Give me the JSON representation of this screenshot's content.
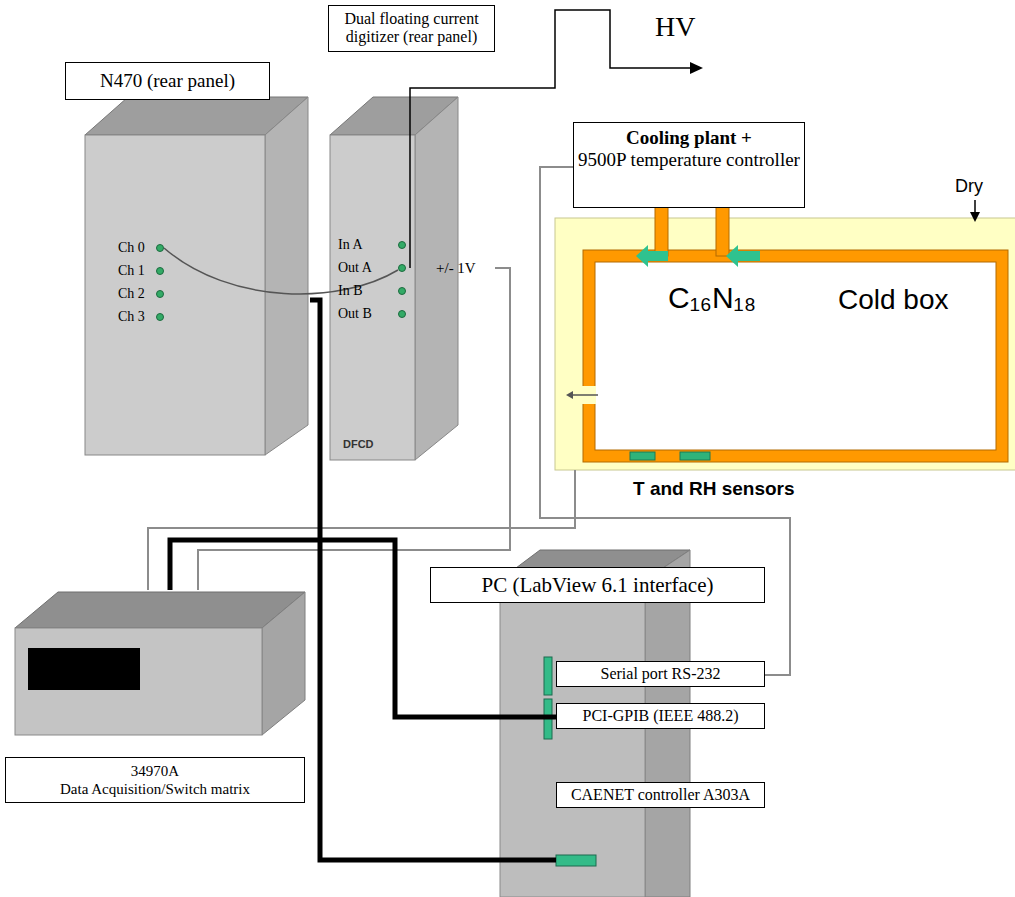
{
  "diagram": {
    "nodes": [
      {
        "text": [
          "N470 (rear panel)",
          "Ch 0",
          "Ch 1",
          "Ch 2",
          "Ch 3"
        ]
      },
      {
        "text": [
          "Dual floating current digitizer (rear panel)",
          "In A",
          "Out A",
          "In B",
          "Out B",
          "DFCD"
        ]
      },
      {
        "text": [
          "Cooling plant +",
          "9500P temperature controller"
        ]
      },
      {
        "text": [
          "C₁₆N₁₈",
          "Cold box",
          "T and RH sensors"
        ]
      },
      {
        "text": [
          "PC (LabView 6.1 interface)"
        ]
      },
      {
        "text": [
          "Serial port RS-232"
        ],
        "in": 4
      },
      {
        "text": [
          "PCI-GPIB (IEEE 488.2)"
        ],
        "in": 4
      },
      {
        "text": [
          "CAENET controller A303A"
        ],
        "in": 4
      },
      {
        "text": [
          "34970A",
          "Data Acquisition/Switch matrix"
        ]
      }
    ],
    "edges": [
      {
        "from": 0,
        "to": 1,
        "arrow": "none"
      },
      {
        "from": 1,
        "to": 8,
        "arrow": "none"
      },
      {
        "from": 2,
        "to": 5,
        "arrow": "none"
      },
      {
        "from": 3,
        "to": 8,
        "arrow": "none"
      },
      {
        "from": 8,
        "to": 6,
        "arrow": "none"
      },
      {
        "from": 0,
        "to": 7,
        "arrow": "none"
      }
    ],
    "labels": [
      "HV",
      "+/- 1V",
      "Dry"
    ]
  }
}
